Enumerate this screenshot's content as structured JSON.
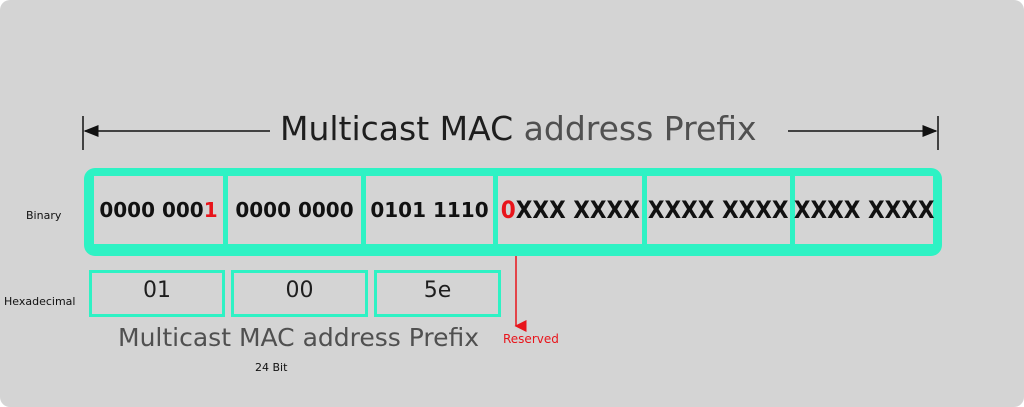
{
  "title": {
    "dark": "Multicast MAC ",
    "light": "address Prefix"
  },
  "labels": {
    "binary": "Binary",
    "hexadecimal": "Hexadecimal",
    "reserved": "Reserved",
    "prefix_caption": "Multicast MAC address Prefix",
    "bits": "24 Bit"
  },
  "binary_octets": [
    {
      "main": "0000 000",
      "highlight": "1"
    },
    {
      "main": "0000 0000"
    },
    {
      "main": "0101 1110"
    },
    {
      "highlight": "0",
      "main": "XXX XXXX"
    },
    {
      "main": "XXXX XXXX"
    },
    {
      "main": "XXXX XXXX"
    }
  ],
  "hex_octets": [
    "01",
    "00",
    "5e"
  ],
  "colors": {
    "accent": "#2ef2c4",
    "highlight": "#e8141b",
    "background": "#d4d4d4"
  }
}
